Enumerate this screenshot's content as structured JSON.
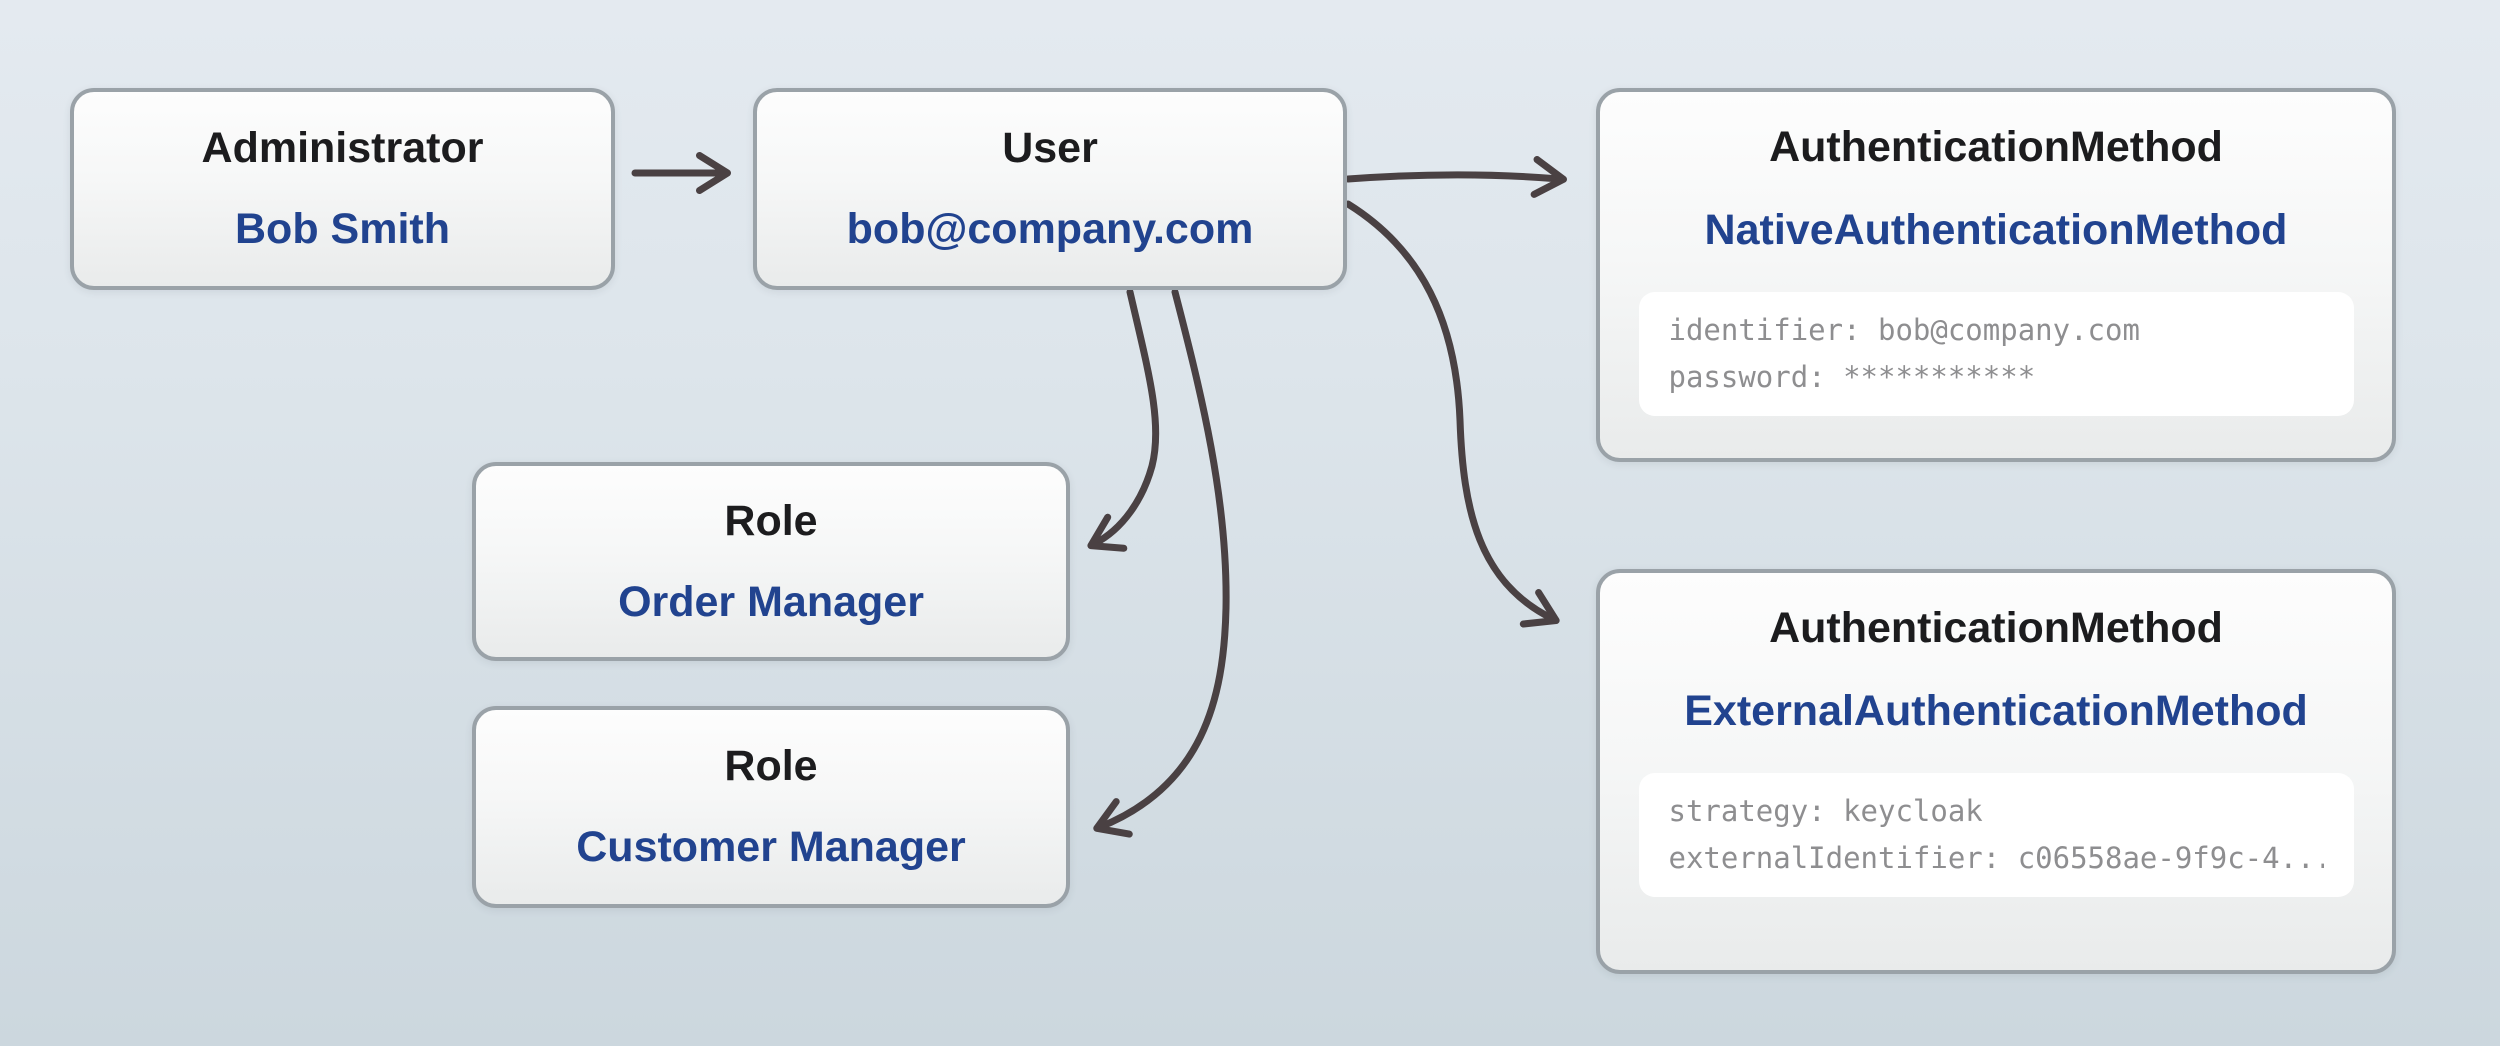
{
  "diagram": {
    "nodes": [
      {
        "id": "administrator",
        "type": "Administrator",
        "value": "Bob Smith"
      },
      {
        "id": "user",
        "type": "User",
        "value": "bob@company.com"
      },
      {
        "id": "native-auth",
        "type": "AuthenticationMethod",
        "value": "NativeAuthenticationMethod",
        "properties": [
          "identifier: bob@company.com",
          "password: ***********"
        ]
      },
      {
        "id": "role-order-manager",
        "type": "Role",
        "value": "Order Manager"
      },
      {
        "id": "role-customer-manager",
        "type": "Role",
        "value": "Customer Manager"
      },
      {
        "id": "external-auth",
        "type": "AuthenticationMethod",
        "value": "ExternalAuthenticationMethod",
        "properties": [
          "strategy: keycloak",
          "externalIdentifier: c06558ae-9f9c-4..."
        ]
      }
    ],
    "edges": [
      {
        "from": "administrator",
        "to": "user"
      },
      {
        "from": "user",
        "to": "native-auth"
      },
      {
        "from": "user",
        "to": "role-order-manager"
      },
      {
        "from": "user",
        "to": "role-customer-manager"
      },
      {
        "from": "user",
        "to": "external-auth"
      }
    ],
    "colors": {
      "background_top": "#e4eaf0",
      "background_bottom": "#ccd7de",
      "node_fill_top": "#fdfdfd",
      "node_fill_bottom": "#e9ebeb",
      "node_border": "#9aa2a8",
      "type_text": "#1c1c1e",
      "value_text": "#21438f",
      "property_text": "#8e8e90",
      "property_panel": "#ffffff",
      "arrow": "#4a4143"
    }
  }
}
